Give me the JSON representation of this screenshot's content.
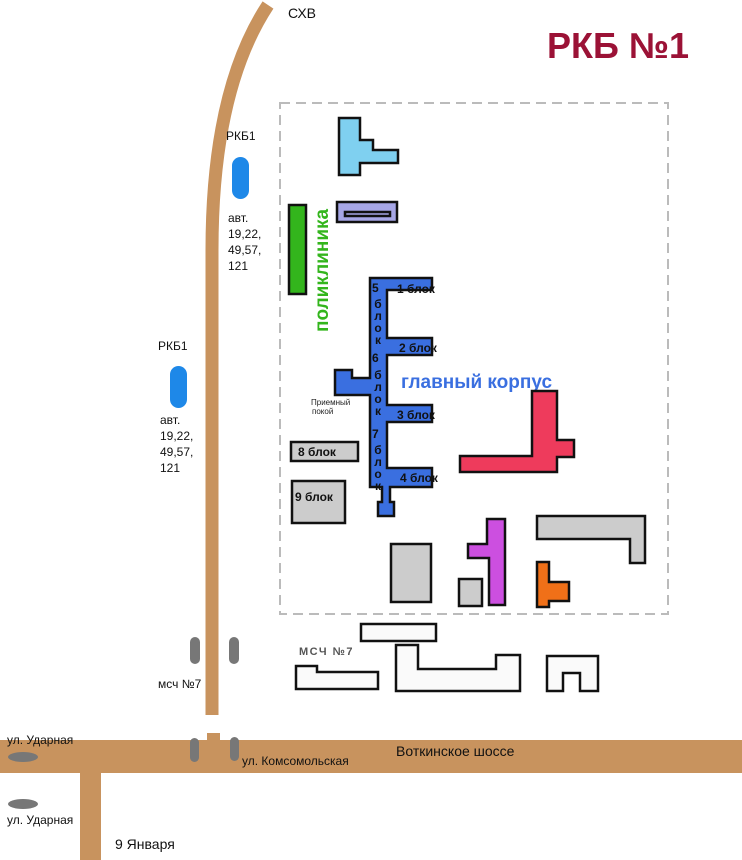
{
  "title": "РКБ №1",
  "colors": {
    "title": "#9b1236",
    "road": "#c8935e",
    "polyclinic": "#33b51c",
    "main": "#3a6fe0",
    "stop": "#1e88e8"
  },
  "roads": {
    "north": "СХВ",
    "main_road": "Воткинское шоссе",
    "south": "9 Января",
    "komsomolskaya": "ул. Комсомольская",
    "udarnaya_top": "ул. Ударная",
    "udarnaya_bottom": "ул. Ударная"
  },
  "stops": [
    {
      "name": "РКБ1",
      "routes": [
        "авт.",
        "19,22,",
        "49,57,",
        "121"
      ]
    },
    {
      "name": "РКБ1",
      "routes": [
        "авт.",
        "19,22,",
        "49,57,",
        "121"
      ]
    },
    {
      "name": "мсч №7"
    }
  ],
  "buildings": {
    "polyclinic": "поликлиника",
    "main": "главный корпус",
    "reception": [
      "Приемный",
      "покой"
    ],
    "msch": "МСЧ №7",
    "blocks": {
      "b1": "1 блок",
      "b2": "2 блок",
      "b3": "3 блок",
      "b4": "4 блок",
      "b5": "5",
      "b6": "6",
      "b7": "7",
      "blok": "блок",
      "b8": "8 блок",
      "b9": "9 блок"
    }
  }
}
